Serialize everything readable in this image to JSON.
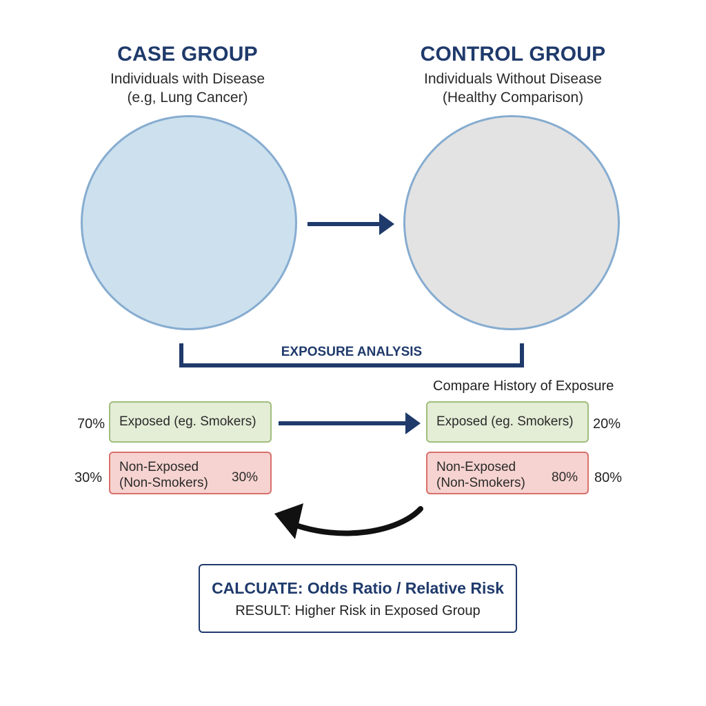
{
  "case_group": {
    "title": "CASE GROUP",
    "subtitle_line1": "Individuals with Disease",
    "subtitle_line2": "(e.g, Lung Cancer)"
  },
  "control_group": {
    "title": "CONTROL GROUP",
    "subtitle_line1": "Individuals Without Disease",
    "subtitle_line2": "(Healthy Comparison)"
  },
  "exposure_analysis_label": "EXPOSURE ANALYSIS",
  "compare_label": "Compare History of Exposure",
  "case_boxes": {
    "exposed_label": "Exposed (eg. Smokers)",
    "exposed_pct": "70%",
    "nonexposed_line1": "Non-Exposed",
    "nonexposed_line2": "(Non-Smokers)",
    "nonexposed_inner_pct": "30%",
    "nonexposed_pct": "30%"
  },
  "control_boxes": {
    "exposed_label": "Exposed (eg. Smokers)",
    "exposed_pct": "20%",
    "nonexposed_line1": "Non-Exposed",
    "nonexposed_line2": "(Non-Smokers)",
    "nonexposed_inner_pct": "80%",
    "nonexposed_pct": "80%"
  },
  "result": {
    "title": "CALCUATE: Odds Ratio / Relative Risk",
    "subtitle": "RESULT: Higher Risk in Exposed Group"
  },
  "colors": {
    "navy": "#1f3a6b",
    "case_fill": "#cce0ee",
    "control_fill": "#e3e3e3",
    "exposed_fill": "#e4edd6",
    "nonexposed_fill": "#f6d3d0"
  }
}
